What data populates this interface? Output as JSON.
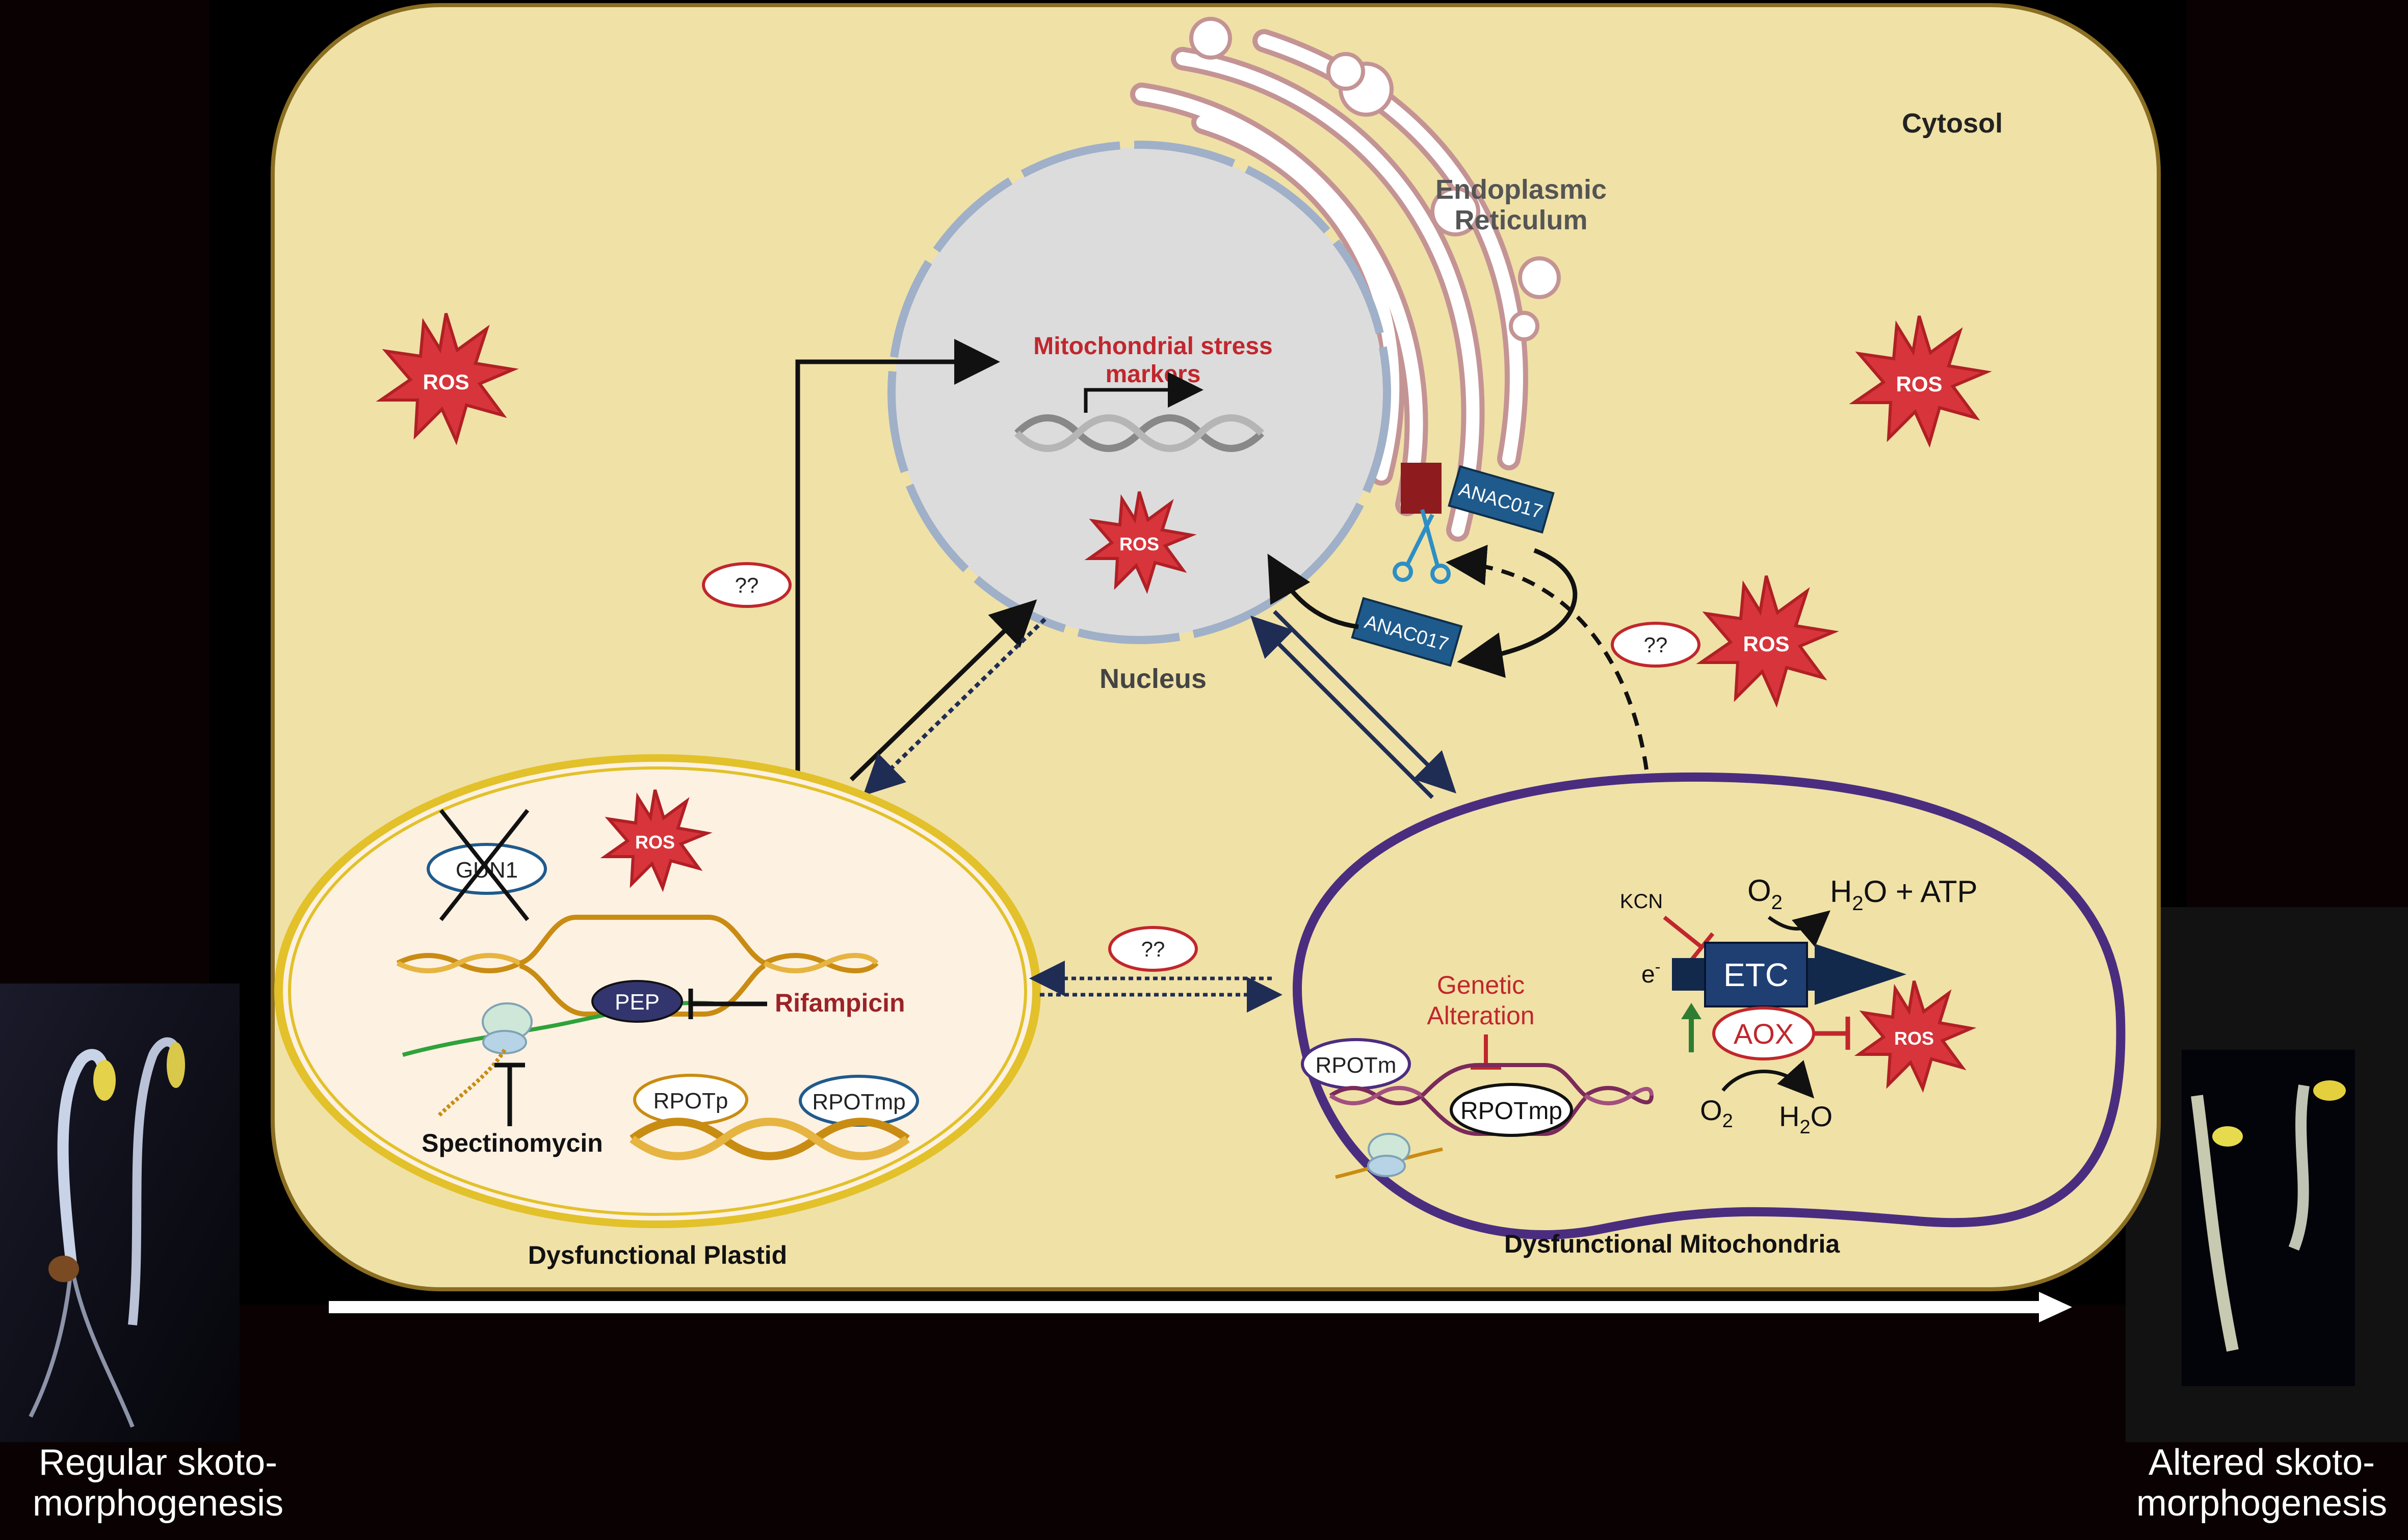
{
  "labels": {
    "cytosol": "Cytosol",
    "er_line1": "Endoplasmic",
    "er_line2": "Reticulum",
    "mito_stress_line1": "Mitochondrial stress",
    "mito_stress_line2": "markers",
    "nucleus": "Nucleus",
    "anac_membrane": "ANAC017",
    "anac_free": "ANAC017",
    "ros": "ROS",
    "unknown": "??",
    "gun1": "GUN1",
    "pep": "PEP",
    "rifampicin": "Rifampicin",
    "spectinomycin": "Spectinomycin",
    "rpotp": "RPOTp",
    "rpotmp_plastid": "RPOTmp",
    "plastid_title": "Dysfunctional Plastid",
    "mito_title": "Dysfunctional Mitochondria",
    "genetic_line1": "Genetic",
    "genetic_line2": "Alteration",
    "rpotm": "RPOTm",
    "rpotmp_mito": "RPOTmp",
    "kcn": "KCN",
    "o2_top": "O",
    "o2_sub": "2",
    "h2o_atp_a": "H",
    "h2o_atp_sub": "2",
    "h2o_atp_b": "O + ATP",
    "e_minus": "e",
    "e_sup": "-",
    "etc": "ETC",
    "aox": "AOX",
    "o2_bottom": "O",
    "o2_bottom_sub": "2",
    "h2o_a": "H",
    "h2o_sub": "2",
    "h2o_b": "O"
  },
  "captions": {
    "left_line1": "Regular skoto-",
    "left_line2": "morphogenesis",
    "right_line1": "Altered skoto-",
    "right_line2": "morphogenesis"
  },
  "colors": {
    "cytosol": "#f0e1a7",
    "cell_border": "#8a6e22",
    "nucleus": "#dcdcdc",
    "nuclear_envelope": "#9fb0c8",
    "ros_fill": "#d7353b",
    "accent_red": "#c0272d",
    "mito_border": "#4b2d7f",
    "plastid_fill": "#fbeedd",
    "plastid_border": "#e2c12a",
    "anac_box": "#1f5a8c",
    "etc_box": "#13294b"
  }
}
